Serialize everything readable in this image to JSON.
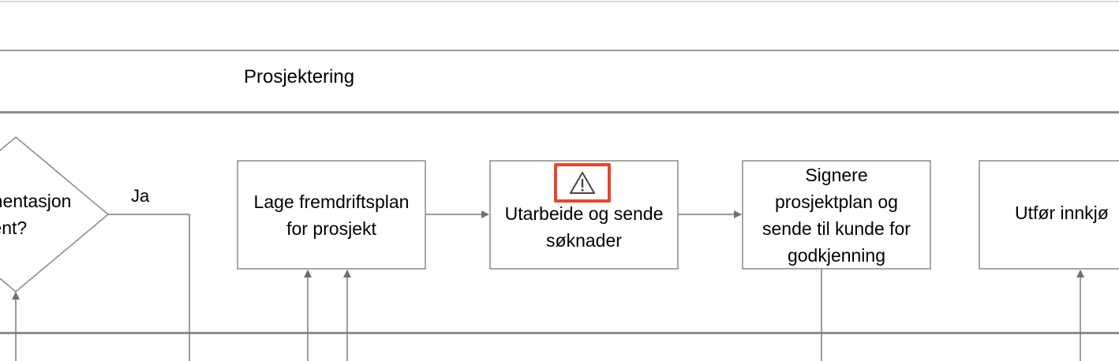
{
  "lane": {
    "title": "Prosjektering"
  },
  "nodes": {
    "decision": {
      "line1": "kumentasjon",
      "line2": "dkjent?"
    },
    "fremdriftsplan": {
      "line1": "Lage fremdriftsplan",
      "line2": "for prosjekt"
    },
    "soknader": {
      "line1": "Utarbeide og sende",
      "line2": "søknader"
    },
    "signere": {
      "line1": "Signere",
      "line2": "prosjektplan og",
      "line3": "sende til kunde for",
      "line4": "godkjenning"
    },
    "innkjop": {
      "line1": "Utfør innkjø"
    }
  },
  "edges": {
    "yes_label": "Ja"
  },
  "icons": {
    "warning": "warning-triangle-icon"
  },
  "colors": {
    "stroke": "#7a7a7a",
    "lane_border": "#8c8c8c",
    "warning_border": "#e8452c"
  }
}
